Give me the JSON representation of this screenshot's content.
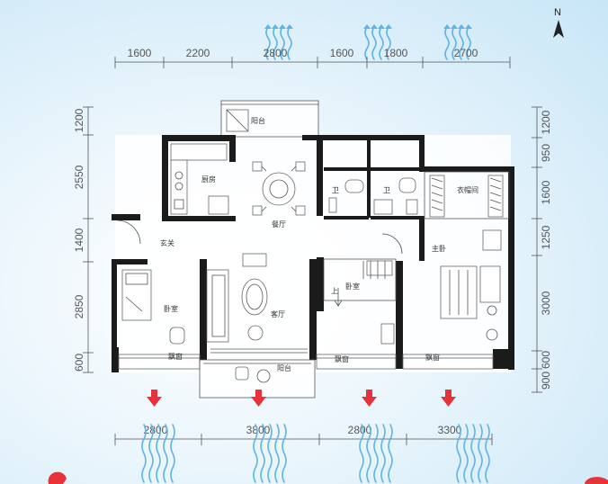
{
  "compass": {
    "label": "N"
  },
  "dims": {
    "top": [
      "1600",
      "2200",
      "2800",
      "1600",
      "1800",
      "2700"
    ],
    "bottom": [
      "2800",
      "3800",
      "2800",
      "3300"
    ],
    "left": [
      "1200",
      "2550",
      "1400",
      "2850",
      "600"
    ],
    "right": [
      "1200",
      "950",
      "1600",
      "1250",
      "3000",
      "600",
      "900"
    ]
  },
  "rooms": {
    "balcony_north": "阳台",
    "kitchen": "厨房",
    "dining": "餐厅",
    "bath_1": "卫",
    "bath_2": "卫",
    "closet": "衣帽间",
    "entrance": "玄关",
    "master_bedroom": "主卧",
    "bedroom_west": "卧室",
    "living": "客厅",
    "bedroom_middle": "卧室",
    "stair_up": "上",
    "bay_west": "飘窗",
    "balcony_south": "阳台",
    "bay_middle": "飘窗",
    "bay_master": "飘窗"
  },
  "colors": {
    "wind": "#5fb4e6",
    "sun_arrow": "#e8323a",
    "wall": "#1b1b1b"
  }
}
